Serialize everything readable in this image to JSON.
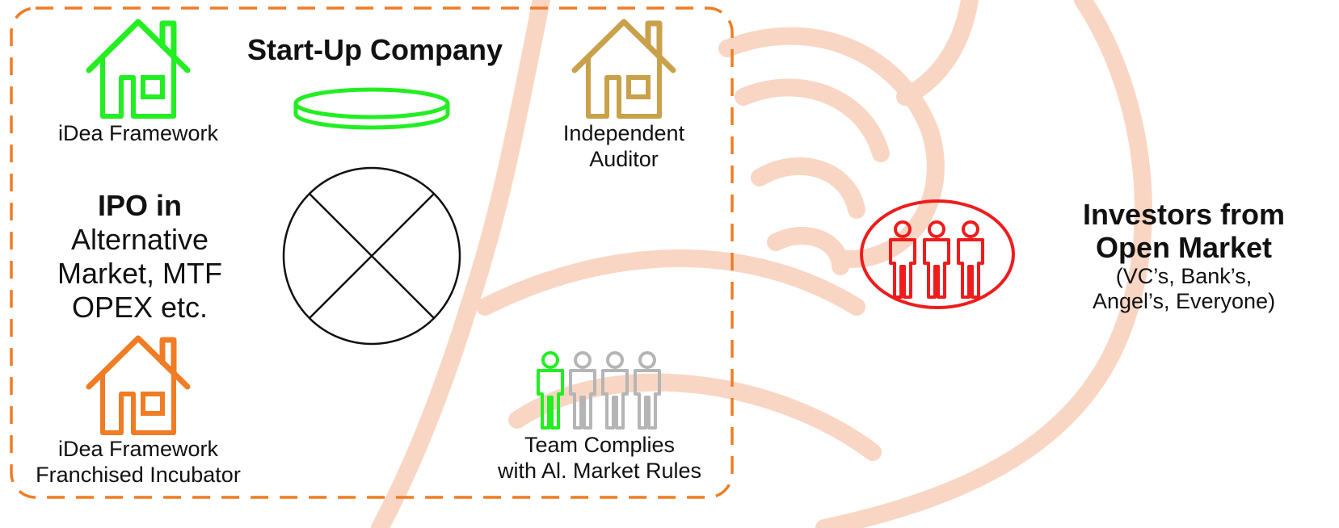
{
  "colors": {
    "frame": "#f07c24",
    "green": "#22ee22",
    "gold": "#c9a14a",
    "orange": "#f07c24",
    "red": "#ee1c1c",
    "gray": "#b5b5b5",
    "watermark": "#f9d6c4"
  },
  "icons": {
    "house_idea": "house-icon",
    "house_auditor": "house-icon",
    "house_incubator": "house-icon",
    "platform": "disc-icon",
    "crossed_circle": "crossed-circle-icon",
    "team": "people-icon",
    "investors": "people-icon"
  },
  "title": "Start-Up Company",
  "idea_framework": "iDea Framework",
  "auditor": {
    "line1": "Independent",
    "line2": "Auditor"
  },
  "ipo": {
    "heading": "IPO in",
    "line1": "Alternative",
    "line2": "Market, MTF",
    "line3": "OPEX etc."
  },
  "incubator": {
    "line1": "iDea Framework",
    "line2": "Franchised Incubator"
  },
  "team": {
    "line1": "Team Complies",
    "line2": "with Al. Market Rules"
  },
  "investors": {
    "line1": "Investors from",
    "line2": "Open Market",
    "line3": "(VC’s, Bank’s,",
    "line4": "Angel’s, Everyone)"
  }
}
